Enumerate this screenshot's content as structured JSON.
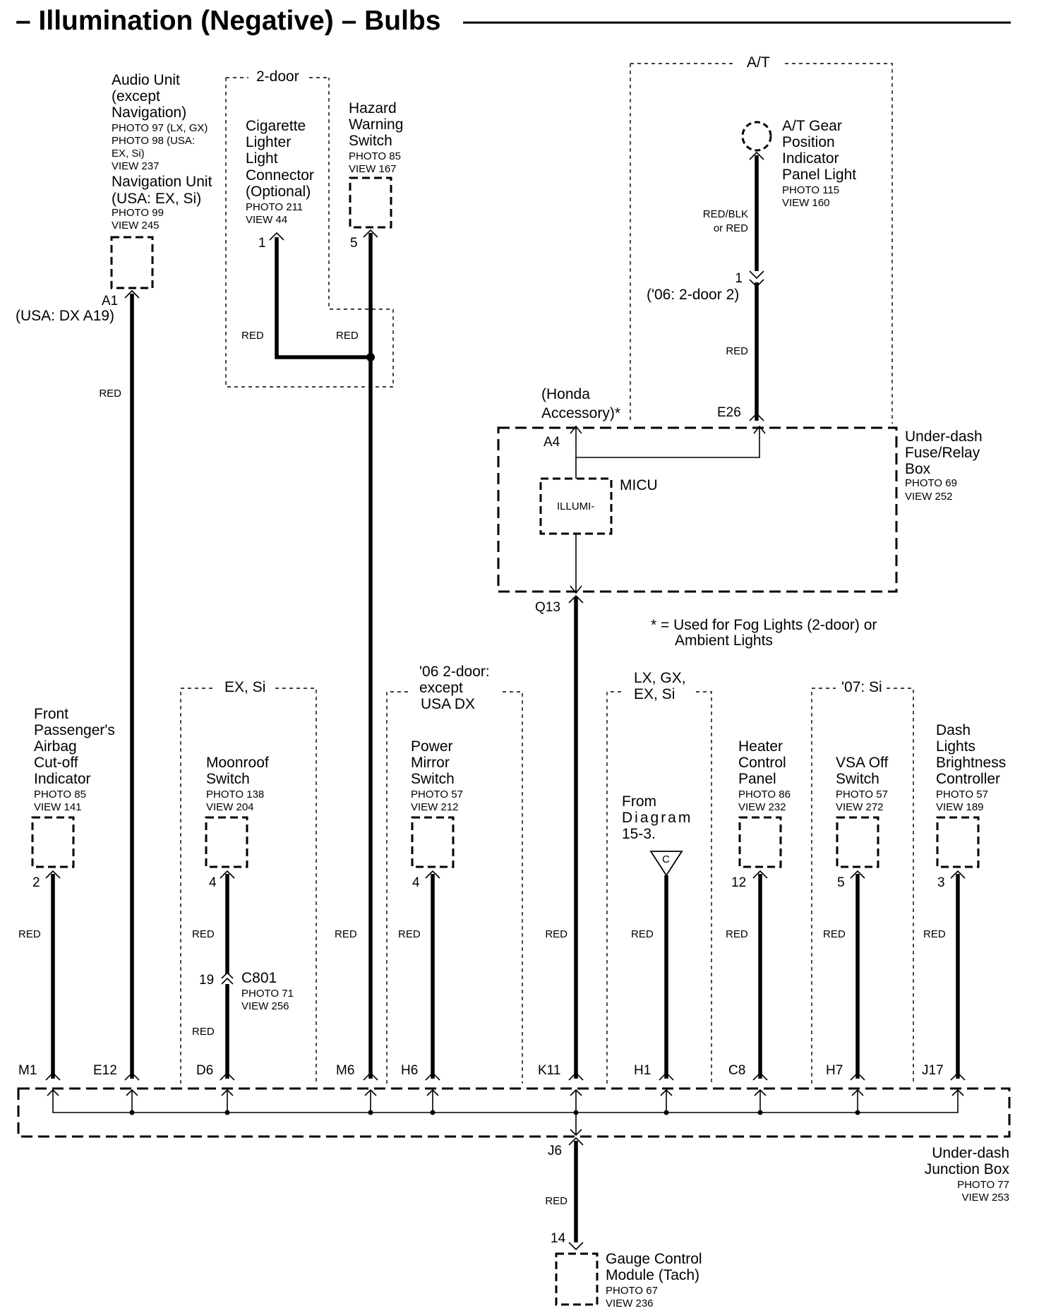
{
  "title": "– Illumination (Negative) – Bulbs",
  "wire_color": "RED",
  "groups": {
    "two_door": "2-door",
    "at": "A/T",
    "ex_si": "EX, Si",
    "door06": [
      "'06 2-door:",
      "except",
      "USA DX"
    ],
    "lx": [
      "LX, GX,",
      "EX, Si"
    ],
    "si07": "'07: Si"
  },
  "components": {
    "audio": [
      "Audio Unit",
      "(except",
      "Navigation)"
    ],
    "audio_sub": [
      "PHOTO 97 (LX, GX)",
      "PHOTO 98 (USA:",
      "EX, Si)",
      "VIEW 237"
    ],
    "nav": [
      "Navigation Unit",
      "(USA: EX, Si)"
    ],
    "nav_sub": [
      "PHOTO 99",
      "VIEW 245"
    ],
    "cig": [
      "Cigarette",
      "Lighter",
      "Light",
      "Connector",
      "(Optional)"
    ],
    "cig_sub": [
      "PHOTO 211",
      "VIEW 44"
    ],
    "hazard": [
      "Hazard",
      "Warning",
      "Switch"
    ],
    "hazard_sub": [
      "PHOTO 85",
      "VIEW 167"
    ],
    "atgear": [
      "A/T Gear",
      "Position",
      "Indicator",
      "Panel Light"
    ],
    "atgear_sub": [
      "PHOTO 115",
      "VIEW 160"
    ],
    "underdash_fuse": [
      "Under-dash",
      "Fuse/Relay",
      "Box"
    ],
    "underdash_fuse_sub": [
      "PHOTO 69",
      "VIEW 252"
    ],
    "micu": "MICU",
    "illumi": "ILLUMI-",
    "honda_acc": [
      "(Honda",
      "Accessory)*"
    ],
    "note": [
      "* = Used for Fog Lights (2-door) or",
      "Ambient Lights"
    ],
    "airbag": [
      "Front",
      "Passenger's",
      "Airbag",
      "Cut-off",
      "Indicator"
    ],
    "airbag_sub": [
      "PHOTO 85",
      "VIEW 141"
    ],
    "moonroof": [
      "Moonroof",
      "Switch"
    ],
    "moonroof_sub": [
      "PHOTO 138",
      "VIEW 204"
    ],
    "mirror": [
      "Power",
      "Mirror",
      "Switch"
    ],
    "mirror_sub": [
      "PHOTO 57",
      "VIEW 212"
    ],
    "from_diag": [
      "From",
      "Diagram",
      "15-3."
    ],
    "from_symbol": "C",
    "heater": [
      "Heater",
      "Control",
      "Panel"
    ],
    "heater_sub": [
      "PHOTO 86",
      "VIEW 232"
    ],
    "vsa": [
      "VSA Off",
      "Switch"
    ],
    "vsa_sub": [
      "PHOTO 57",
      "VIEW 272"
    ],
    "dash": [
      "Dash",
      "Lights",
      "Brightness",
      "Controller"
    ],
    "dash_sub": [
      "PHOTO 57",
      "VIEW 189"
    ],
    "c801": "C801",
    "c801_sub": [
      "PHOTO 71",
      "VIEW 256"
    ],
    "underdash_jb": [
      "Under-dash",
      "Junction Box"
    ],
    "underdash_jb_sub": [
      "PHOTO 77",
      "VIEW 253"
    ],
    "gauge": [
      "Gauge Control",
      "Module (Tach)"
    ],
    "gauge_sub": [
      "PHOTO 67",
      "VIEW 236"
    ]
  },
  "pins": {
    "audio": [
      "A1",
      "(USA: DX A19)"
    ],
    "cig": "1",
    "hazard": "5",
    "atgear": [
      "1",
      "('06: 2-door 2)"
    ],
    "e26": "E26",
    "a4": "A4",
    "q13": "Q13",
    "airbag": "2",
    "moonroof": "4",
    "c801": "19",
    "mirror": "4",
    "heater": "12",
    "vsa": "5",
    "dash": "3",
    "gauge": "14",
    "j6": "J6"
  },
  "jb_terminals": [
    "M1",
    "E12",
    "D6",
    "M6",
    "H6",
    "K11",
    "H1",
    "C8",
    "H7",
    "J17"
  ],
  "wire_labels": {
    "at_wire": [
      "RED/BLK",
      "or RED"
    ]
  }
}
